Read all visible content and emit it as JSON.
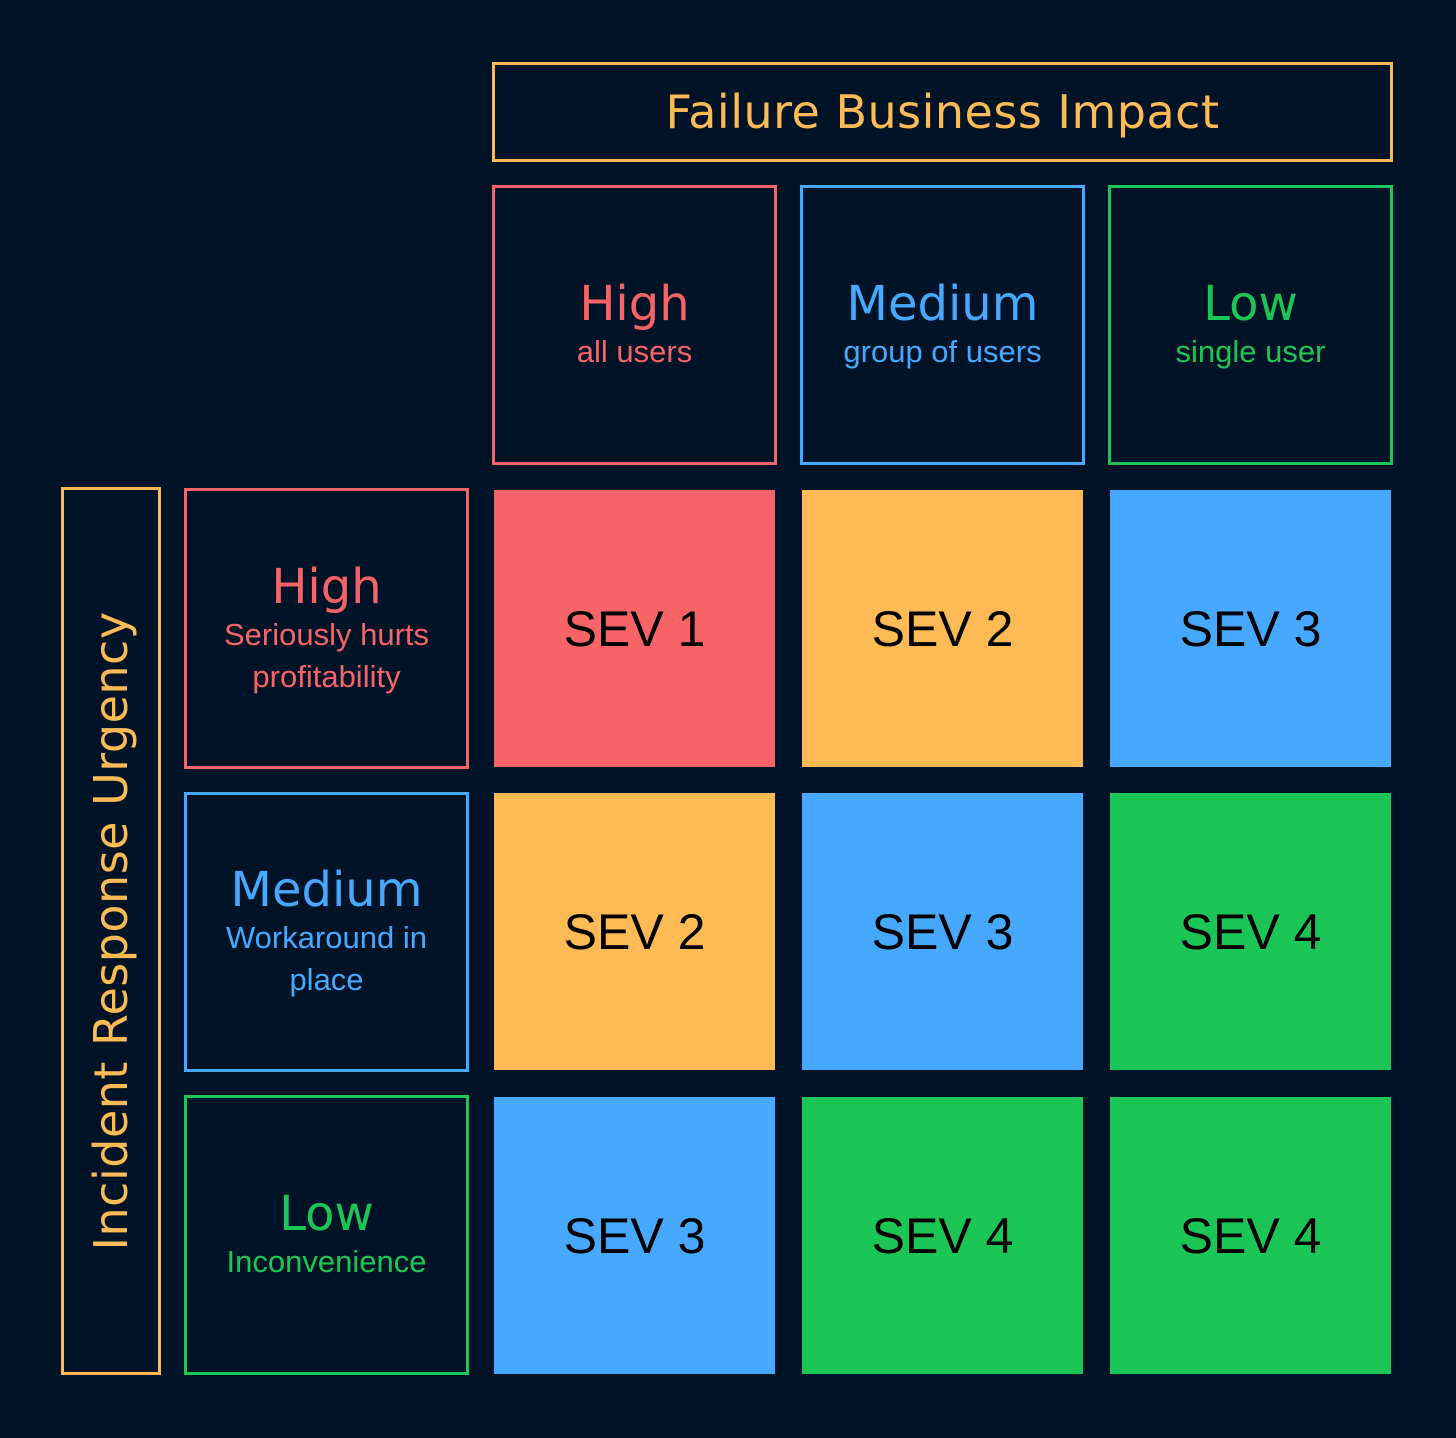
{
  "colors": {
    "background": "#011427",
    "accent": "#FDBA55",
    "high": "#F76367",
    "medium": "#46A8FE",
    "low": "#1CC656",
    "sev1": "#F76367",
    "sev2": "#FDBA55",
    "sev3": "#46A8FE",
    "sev4": "#1CC656"
  },
  "x_axis_title": "Failure Business Impact",
  "y_axis_title": "Incident Response Urgency",
  "columns": [
    {
      "label": "High",
      "sublabel": "all users",
      "color": "#F76367"
    },
    {
      "label": "Medium",
      "sublabel": "group of users",
      "color": "#46A8FE"
    },
    {
      "label": "Low",
      "sublabel": "single user",
      "color": "#1CC656"
    }
  ],
  "rows": [
    {
      "label": "High",
      "sublabel": "Seriously hurts profitability",
      "color": "#F76367"
    },
    {
      "label": "Medium",
      "sublabel": "Workaround in place",
      "color": "#46A8FE"
    },
    {
      "label": "Low",
      "sublabel": "Inconvenience",
      "color": "#1CC656"
    }
  ],
  "matrix": [
    [
      {
        "label": "SEV 1",
        "color": "#F76367"
      },
      {
        "label": "SEV 2",
        "color": "#FDBA55"
      },
      {
        "label": "SEV 3",
        "color": "#46A8FE"
      }
    ],
    [
      {
        "label": "SEV 2",
        "color": "#FDBA55"
      },
      {
        "label": "SEV 3",
        "color": "#46A8FE"
      },
      {
        "label": "SEV 4",
        "color": "#1CC656"
      }
    ],
    [
      {
        "label": "SEV 3",
        "color": "#46A8FE"
      },
      {
        "label": "SEV 4",
        "color": "#1CC656"
      },
      {
        "label": "SEV 4",
        "color": "#1CC656"
      }
    ]
  ]
}
